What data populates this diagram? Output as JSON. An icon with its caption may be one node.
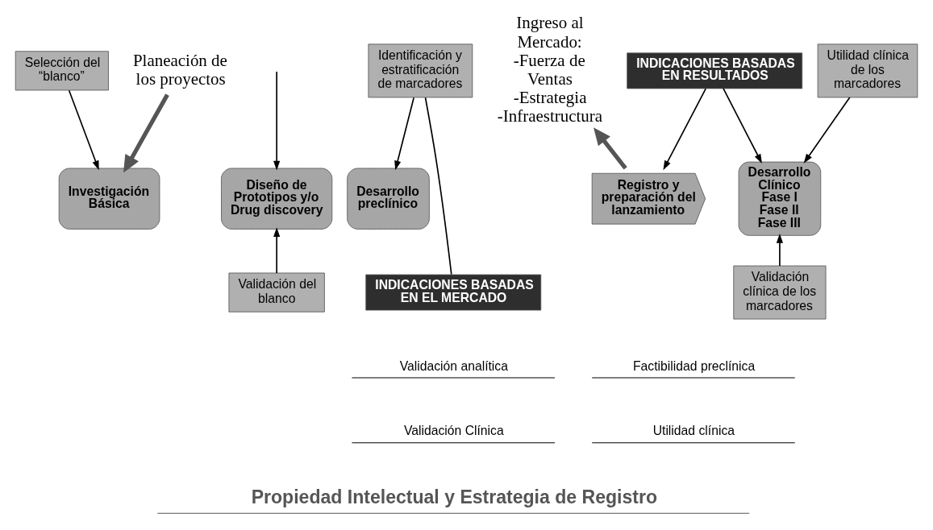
{
  "diagram": {
    "nodes": [
      {
        "text": [
          "Investigación Básica"
        ]
      },
      {
        "text": [
          "Diseño de Prototipos y/o Drug discovery"
        ]
      },
      {
        "text": [
          "Desarrollo preclínico"
        ]
      },
      {
        "text": [
          "Desarrollo Clínico",
          "Fase I",
          "Fase II",
          "Fase III"
        ]
      },
      {
        "text": [
          "Registro y preparación del lanzamiento"
        ]
      },
      {
        "text": [
          "Selección del “blanco”"
        ]
      },
      {
        "text": [
          "Identificación y estratificación de marcadores"
        ]
      },
      {
        "text": [
          "Utilidad clínica de los marcadores"
        ]
      },
      {
        "text": [
          "INDICACIONES BASADAS EN RESULTADOS"
        ]
      },
      {
        "text": [
          "Validación del blanco"
        ]
      },
      {
        "text": [
          "INDICACIONES BASADAS EN EL MERCADO"
        ]
      },
      {
        "text": [
          "Validación clínica de los marcadores"
        ]
      },
      {
        "text": [
          "Planeación de los proyectos"
        ]
      },
      {
        "text": [
          "Ingreso al Mercado:",
          "-Fuerza de Ventas",
          "-Estrategia",
          "-Infraestructura"
        ]
      }
    ],
    "edges": [
      {
        "from": 12,
        "to": 0,
        "arrow": "to",
        "style": "thick"
      },
      {
        "from": 5,
        "to": 0,
        "arrow": "to"
      },
      {
        "from": 9,
        "to": 1,
        "arrow": "to"
      },
      {
        "from": null,
        "to": 1,
        "arrow": "to"
      },
      {
        "from": 10,
        "to": 6,
        "arrow": "none"
      },
      {
        "from": 6,
        "to": 2,
        "arrow": "to"
      },
      {
        "from": 7,
        "to": 3,
        "arrow": "to"
      },
      {
        "from": 11,
        "to": 3,
        "arrow": "to"
      },
      {
        "from": 8,
        "to": 3,
        "arrow": "to"
      },
      {
        "from": 8,
        "to": 4,
        "arrow": "to"
      },
      {
        "from": 4,
        "to": 13,
        "arrow": "to",
        "style": "thick"
      }
    ],
    "labels": [
      "Validación analítica",
      "Factibilidad preclínica",
      "Validación Clínica",
      "Utilidad clínica",
      "Propiedad Intelectual y Estrategia de Registro"
    ]
  }
}
